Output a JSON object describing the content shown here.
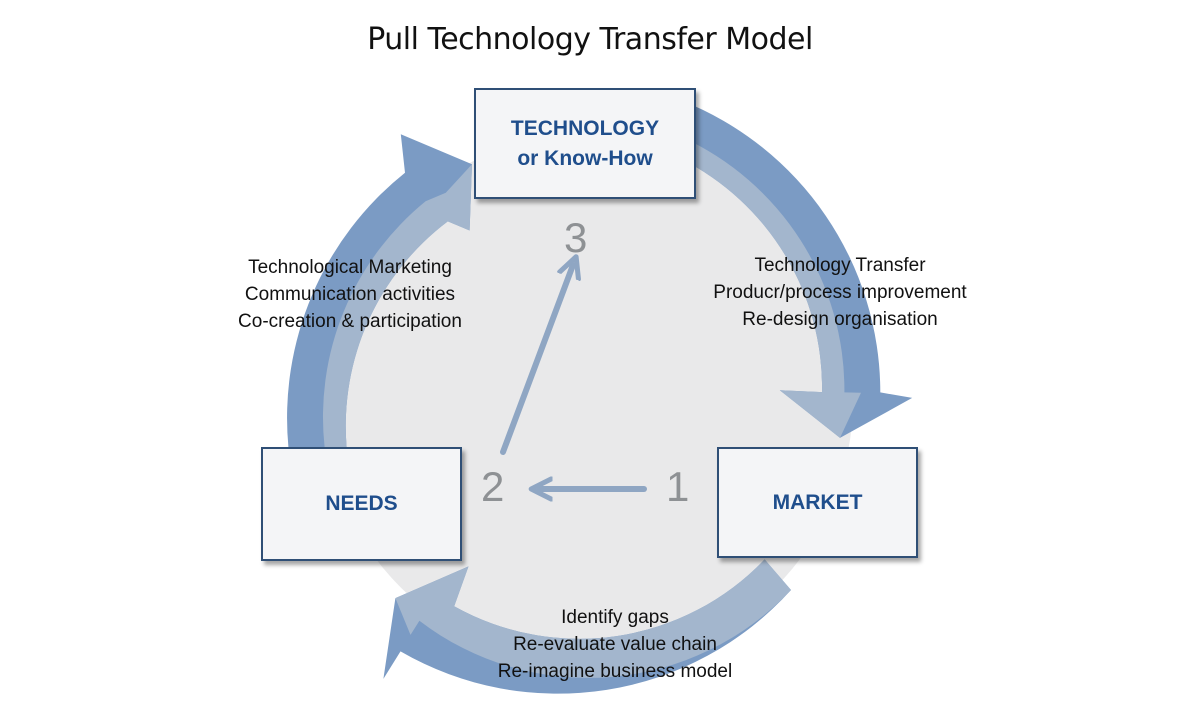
{
  "title": "Pull Technology Transfer Model",
  "colors": {
    "outer_ring": "#7b9bc4",
    "inner_ring": "#a3b6cd",
    "center_fill": "#e9e9ea",
    "node_text": "#1f4e8c",
    "node_border": "#2f4f76",
    "step_arrow": "#8fa6c3",
    "step_number": "#8e9194"
  },
  "nodes": {
    "technology": {
      "line1": "TECHNOLOGY",
      "line2": "or Know-How"
    },
    "needs": {
      "label": "NEEDS"
    },
    "market": {
      "label": "MARKET"
    }
  },
  "steps": {
    "one": "1",
    "two": "2",
    "three": "3"
  },
  "annotations": {
    "left": [
      "Technological Marketing",
      "Communication activities",
      "Co-creation & participation"
    ],
    "right": [
      "Technology Transfer",
      "Producr/process improvement",
      "Re-design organisation"
    ],
    "bottom": [
      "Identify gaps",
      "Re-evaluate value chain",
      "Re-imagine business model"
    ]
  }
}
